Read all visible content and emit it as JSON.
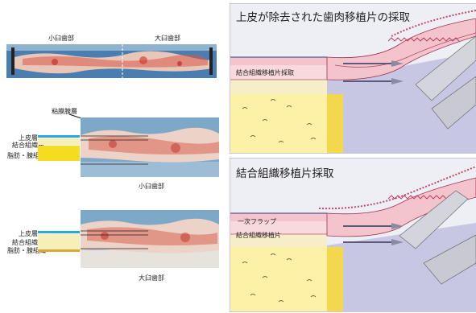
{
  "photo1": {
    "label_left": "小臼歯部",
    "label_right": "大臼歯部"
  },
  "photo2": {
    "callout": "粘膜腺層",
    "legend": [
      "上皮層",
      "結合組織層",
      "脂肪・腺組織"
    ],
    "caption": "小臼歯部"
  },
  "photo3": {
    "legend": [
      "上皮層",
      "結合組織層",
      "脂肪・腺組織"
    ],
    "caption": "大臼歯部"
  },
  "diagram_top": {
    "title": "上皮が除去された歯肉移植片の採取",
    "label": "結合組織移植片採取"
  },
  "diagram_bottom": {
    "title": "結合組織移植片採取",
    "label1": "一次フラップ",
    "label2": "結合組織移植片"
  },
  "colors": {
    "epithelium": "#2aa6d8",
    "connective": "#f7efb8",
    "fat_gland": "#f5dc1e",
    "mucosa_pink": "#f3c4cc",
    "diagram_bg": "#eeeef5",
    "bone": "#fdf1a8"
  }
}
